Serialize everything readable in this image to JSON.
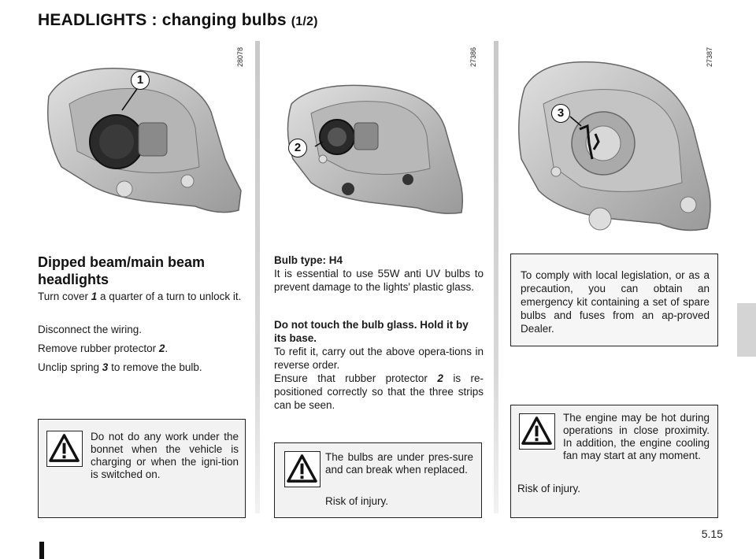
{
  "header": {
    "title": "HEADLIGHTS : changing bulbs",
    "subtitle": "(1/2)"
  },
  "figures": [
    {
      "code": "28078",
      "callout": "1"
    },
    {
      "code": "27386",
      "callout": "2"
    },
    {
      "code": "27387",
      "callout": "3"
    }
  ],
  "section": {
    "heading": "Dipped beam/main beam headlights"
  },
  "steps": {
    "step1_pre": "Turn cover ",
    "step1_num": "1",
    "step1_post": " a quarter of a turn to unlock it.",
    "step2": "Disconnect the wiring.",
    "step3_pre": "Remove rubber protector ",
    "step3_num": "2",
    "step3_post": ".",
    "step4_pre": "Unclip spring ",
    "step4_num": "3",
    "step4_post": " to remove the bulb."
  },
  "bulb_info": {
    "type": "Bulb type: H4",
    "note": "It is essential to use 55W anti UV bulbs to prevent damage to the lights' plastic glass.",
    "warning_bold": "Do not touch the bulb glass. Hold it by its base.",
    "refit": "To refit it, carry out the above opera-tions in reverse order.",
    "ensure_pre": "Ensure that rubber protector ",
    "ensure_num": "2",
    "ensure_post": " is re-positioned correctly so that the three strips can be seen."
  },
  "legislation_box": {
    "text": "To comply with local legislation, or as a precaution, you can obtain an emergency kit containing a set of spare bulbs and fuses from an ap-proved Dealer."
  },
  "warnings": {
    "bonnet": "Do not do any work under the bonnet when the vehicle is charging or when the igni-tion is switched on.",
    "pressure_a": "The bulbs are under pres-sure and can break when replaced.",
    "pressure_b": "Risk of injury.",
    "engine_a": "The engine may be hot during operations in close proximity. In addition, the engine cooling fan may start at any moment.",
    "engine_b": "Risk of injury."
  },
  "footer": {
    "page_number": "5.15"
  }
}
